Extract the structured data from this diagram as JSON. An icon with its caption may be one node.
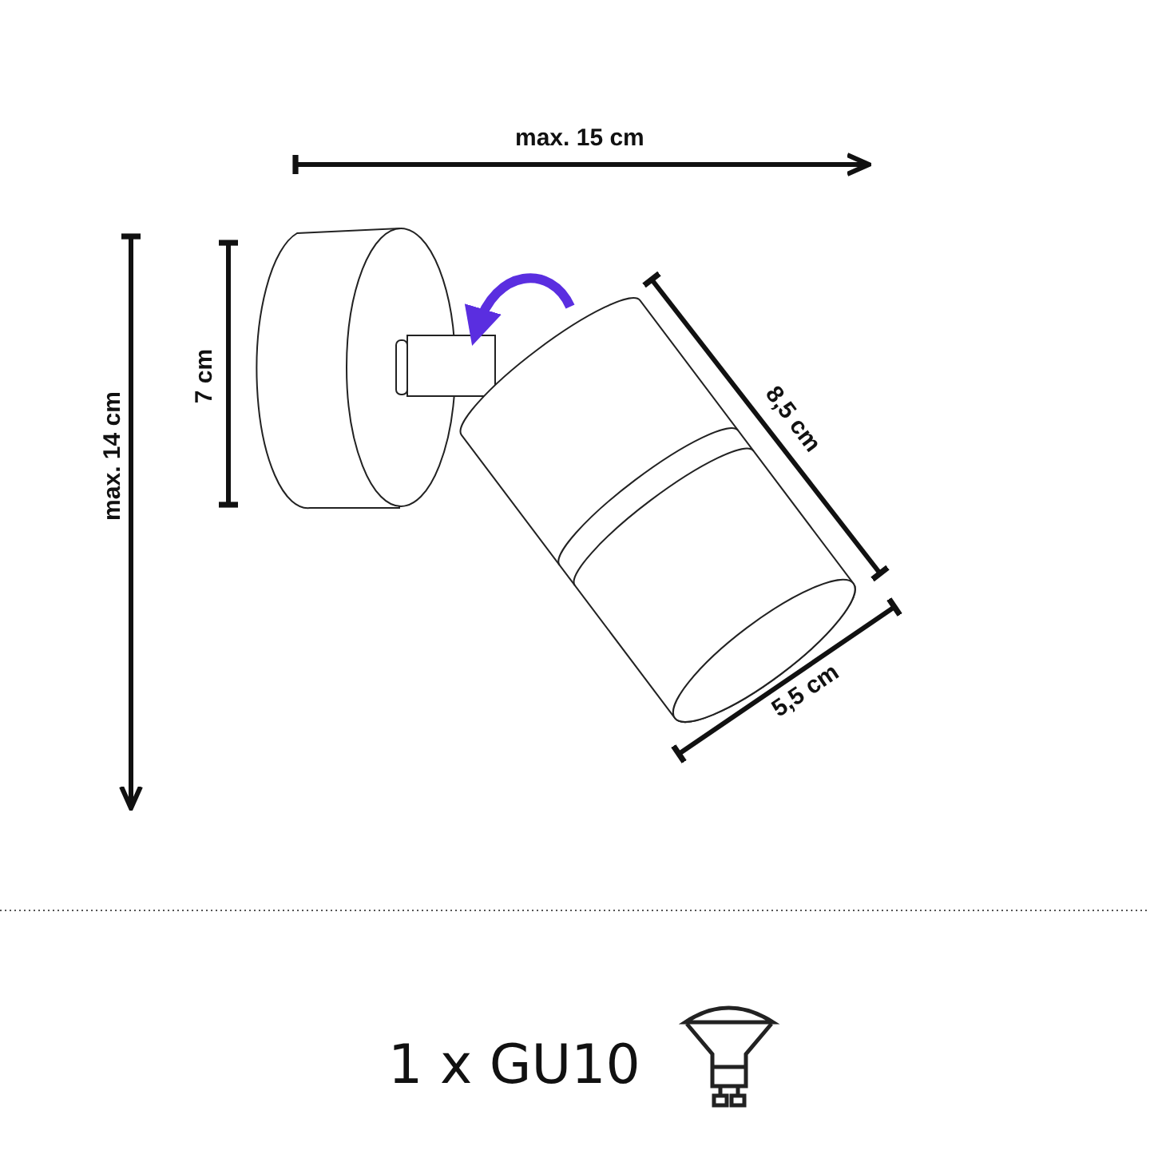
{
  "diagram": {
    "labels": [
      "max. 15 cm",
      "max. 14 cm",
      "7 cm",
      "8,5 cm",
      "5,5 cm",
      "1 x GU10"
    ]
  }
}
